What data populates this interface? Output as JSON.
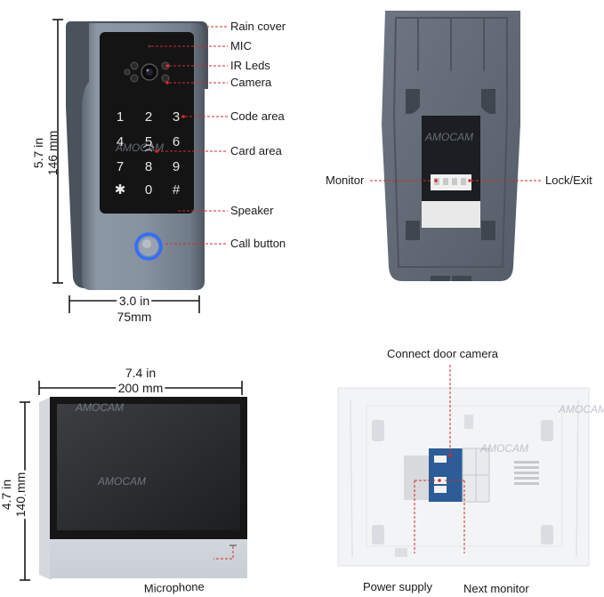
{
  "doorbell": {
    "labels": {
      "rain_cover": "Rain cover",
      "mic": "MIC",
      "ir_leds": "IR Leds",
      "camera": "Camera",
      "code_area": "Code area",
      "card_area": "Card area",
      "speaker": "Speaker",
      "call_button": "Call button"
    },
    "height": {
      "in": "5.7 in",
      "mm": "146 mm"
    },
    "width": {
      "in": "3.0 in",
      "mm": "75mm"
    },
    "keys": [
      "1",
      "2",
      "3",
      "4",
      "5",
      "6",
      "7",
      "8",
      "9",
      "✱",
      "0",
      "#"
    ]
  },
  "back_panel": {
    "labels": {
      "monitor": "Monitor",
      "lock_exit": "Lock/Exit"
    }
  },
  "monitor_front": {
    "width": {
      "in": "7.4 in",
      "mm": "200 mm"
    },
    "height": {
      "in": "4.7 in",
      "mm": "140 mm"
    },
    "labels": {
      "microphone": "Microphone"
    }
  },
  "monitor_back": {
    "labels": {
      "connect_door_camera": "Connect door camera",
      "power_supply": "Power supply",
      "next_monitor": "Next monitor"
    }
  },
  "watermark": "AMOCAM",
  "colors": {
    "leader": "#d42a2a",
    "call_ring": "#2f6dff",
    "housing": "#7f8a97",
    "panel_black": "#141414"
  }
}
